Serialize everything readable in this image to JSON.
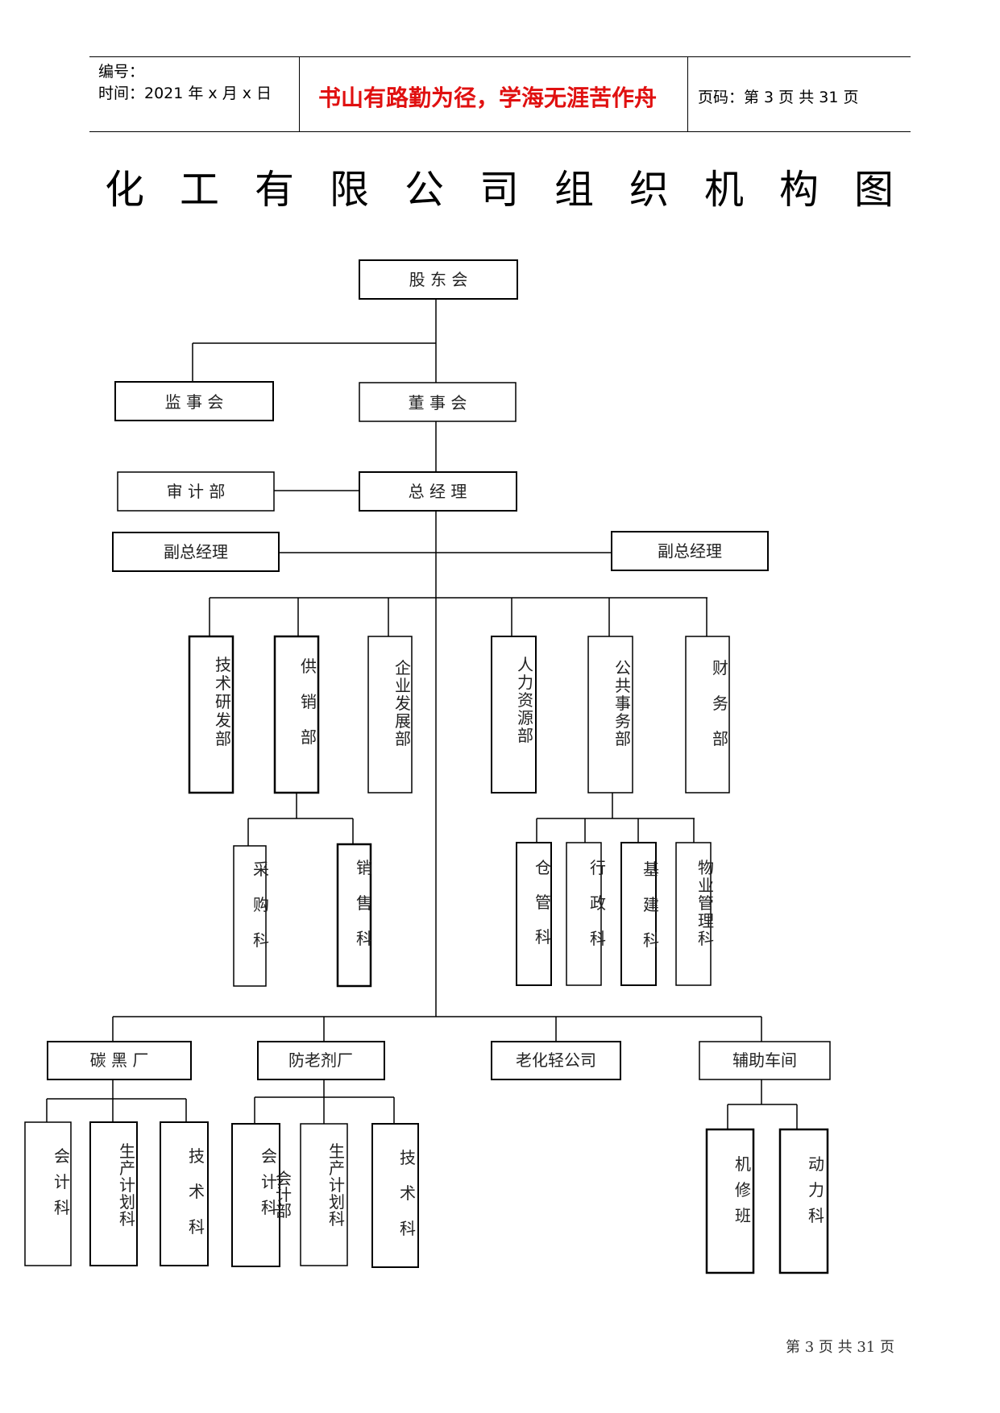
{
  "header": {
    "serial_label": "编号：",
    "time_text": "时间：2021 年 x 月 x 日",
    "motto": "书山有路勤为径，学海无涯苦作舟",
    "page_code": "页码：第 3 页  共 31 页"
  },
  "title_chars": [
    "化",
    "工",
    "有",
    "限",
    "公",
    "司",
    "组",
    "织",
    "机",
    "构",
    "图"
  ],
  "org_chart": {
    "shareholders": "股 东 会",
    "supervisory_board": "监 事 会",
    "board_of_directors": "董 事 会",
    "audit_dept": "审 计 部",
    "general_manager": "总 经 理",
    "deputy_gm_left": "副总经理",
    "deputy_gm_right": "副总经理",
    "departments": [
      "技术研发部",
      "供销部",
      "企业发展部",
      "人力资源部",
      "公共事务部",
      "财务部"
    ],
    "supply_sales_sections": [
      "采购科",
      "销售科"
    ],
    "public_affairs_sections": [
      "仓管科",
      "行政科",
      "基建科",
      "物业管理科"
    ],
    "plants": [
      "碳 黑 厂",
      "防老剂厂",
      "老化轻公司",
      "辅助车间"
    ],
    "carbon_black_sections": [
      "会计科",
      "生产计划科",
      "技术科"
    ],
    "antioxidant_sections": [
      "会计科",
      "生产计划科",
      "技术科"
    ],
    "antioxidant_overlap_text": "会计部",
    "auxiliary_sections": [
      "机修班",
      "动力科"
    ]
  },
  "footer": "第 3 页 共 31 页"
}
